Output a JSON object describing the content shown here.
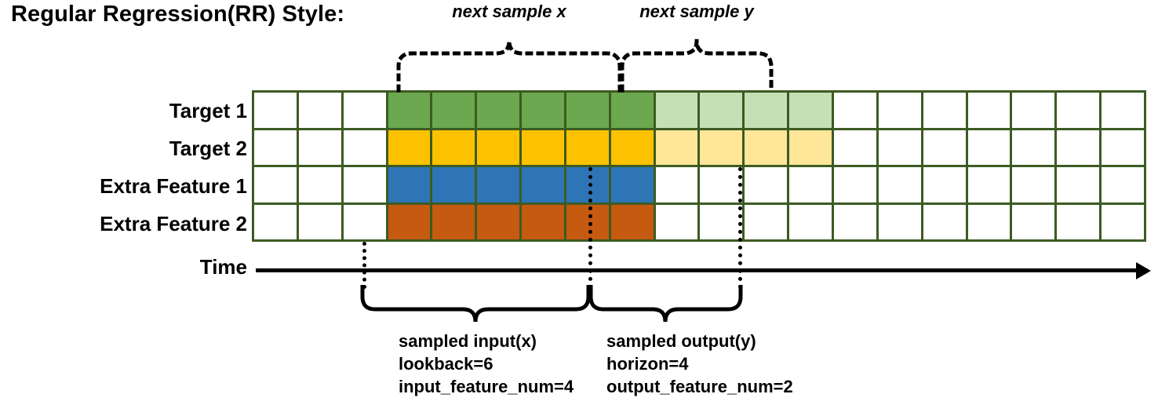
{
  "title": "Regular Regression(RR) Style:",
  "rows": [
    {
      "label": "Target 1",
      "solid_color": "#6BA84F",
      "faded_color": "#C5E0B4",
      "has_output": true
    },
    {
      "label": "Target 2",
      "solid_color": "#FCC200",
      "faded_color": "#FFE699",
      "has_output": true
    },
    {
      "label": "Extra Feature 1",
      "solid_color": "#2E75B6",
      "faded_color": "",
      "has_output": false
    },
    {
      "label": "Extra Feature 2",
      "solid_color": "#C55A11",
      "faded_color": "",
      "has_output": false
    }
  ],
  "grid": {
    "total_columns": 20,
    "leading_empty_columns": 3,
    "input_columns": 6,
    "output_columns": 4,
    "trailing_empty_columns": 7,
    "border_color": "#3C5B22",
    "empty_cell_color": "#ffffff"
  },
  "time_axis": {
    "label": "Time",
    "arrow": "right-arrow-icon"
  },
  "top_braces": [
    {
      "label": "next sample x"
    },
    {
      "label": "next sample y"
    }
  ],
  "bottom_braces": [
    {
      "lines": [
        "sampled input(x)",
        "lookback=6",
        "input_feature_num=4"
      ]
    },
    {
      "lines": [
        "sampled output(y)",
        "horizon=4",
        "output_feature_num=2"
      ]
    }
  ]
}
